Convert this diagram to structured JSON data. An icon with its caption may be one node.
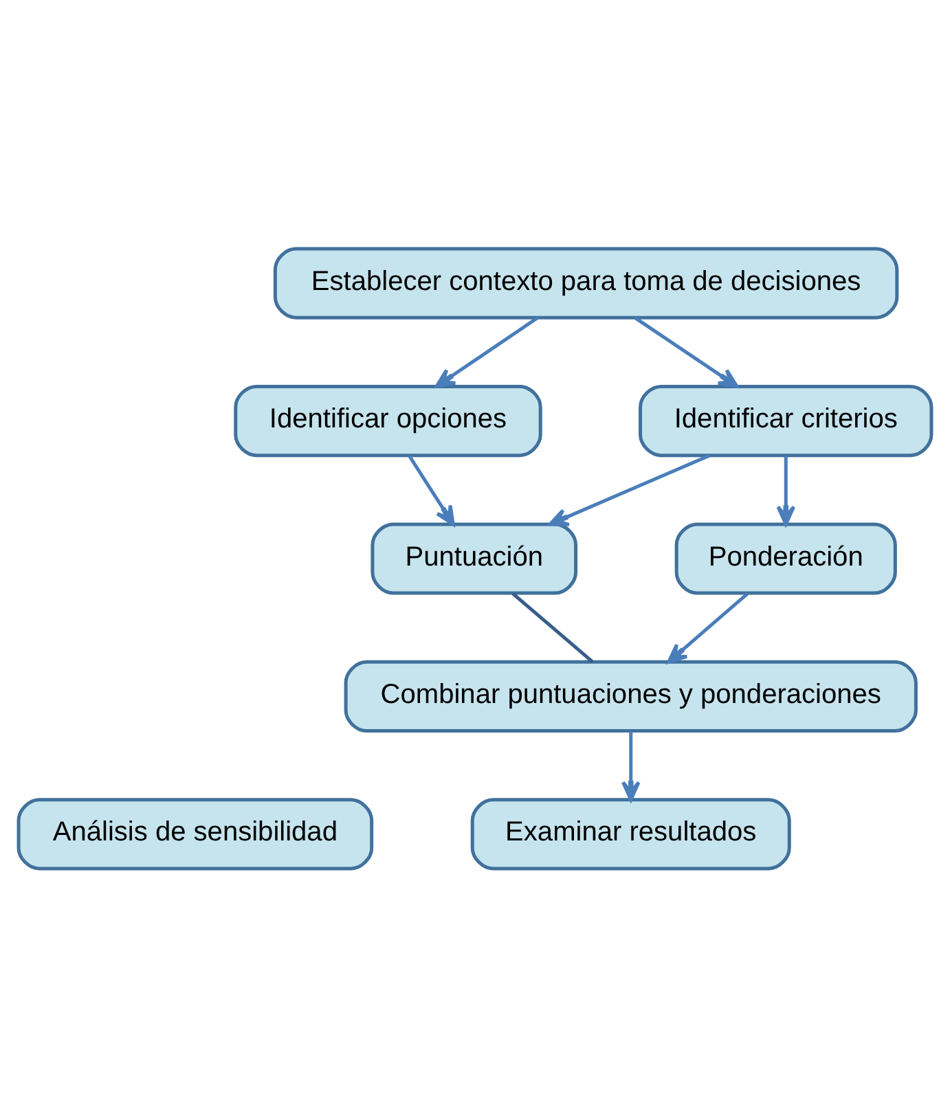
{
  "diagram": {
    "nodes": [
      {
        "text": [
          "Establecer contexto para toma de decisiones"
        ]
      },
      {
        "text": [
          "Identificar opciones"
        ]
      },
      {
        "text": [
          "Identificar criterios"
        ]
      },
      {
        "text": [
          "Puntuación"
        ]
      },
      {
        "text": [
          "Ponderación"
        ]
      },
      {
        "text": [
          "Combinar puntuaciones y ponderaciones"
        ]
      },
      {
        "text": [
          "Análisis de sensibilidad"
        ]
      },
      {
        "text": [
          "Examinar resultados"
        ]
      }
    ],
    "edges": [
      {
        "from": 0,
        "to": 1,
        "arrow": "to"
      },
      {
        "from": 0,
        "to": 2,
        "arrow": "to"
      },
      {
        "from": 1,
        "to": 3,
        "arrow": "to"
      },
      {
        "from": 2,
        "to": 3,
        "arrow": "to"
      },
      {
        "from": 2,
        "to": 4,
        "arrow": "to"
      },
      {
        "from": 3,
        "to": 5,
        "arrow": "none",
        "color": "#385d8a"
      },
      {
        "from": 4,
        "to": 5,
        "arrow": "to"
      },
      {
        "from": 5,
        "to": 7,
        "arrow": "to"
      }
    ]
  }
}
